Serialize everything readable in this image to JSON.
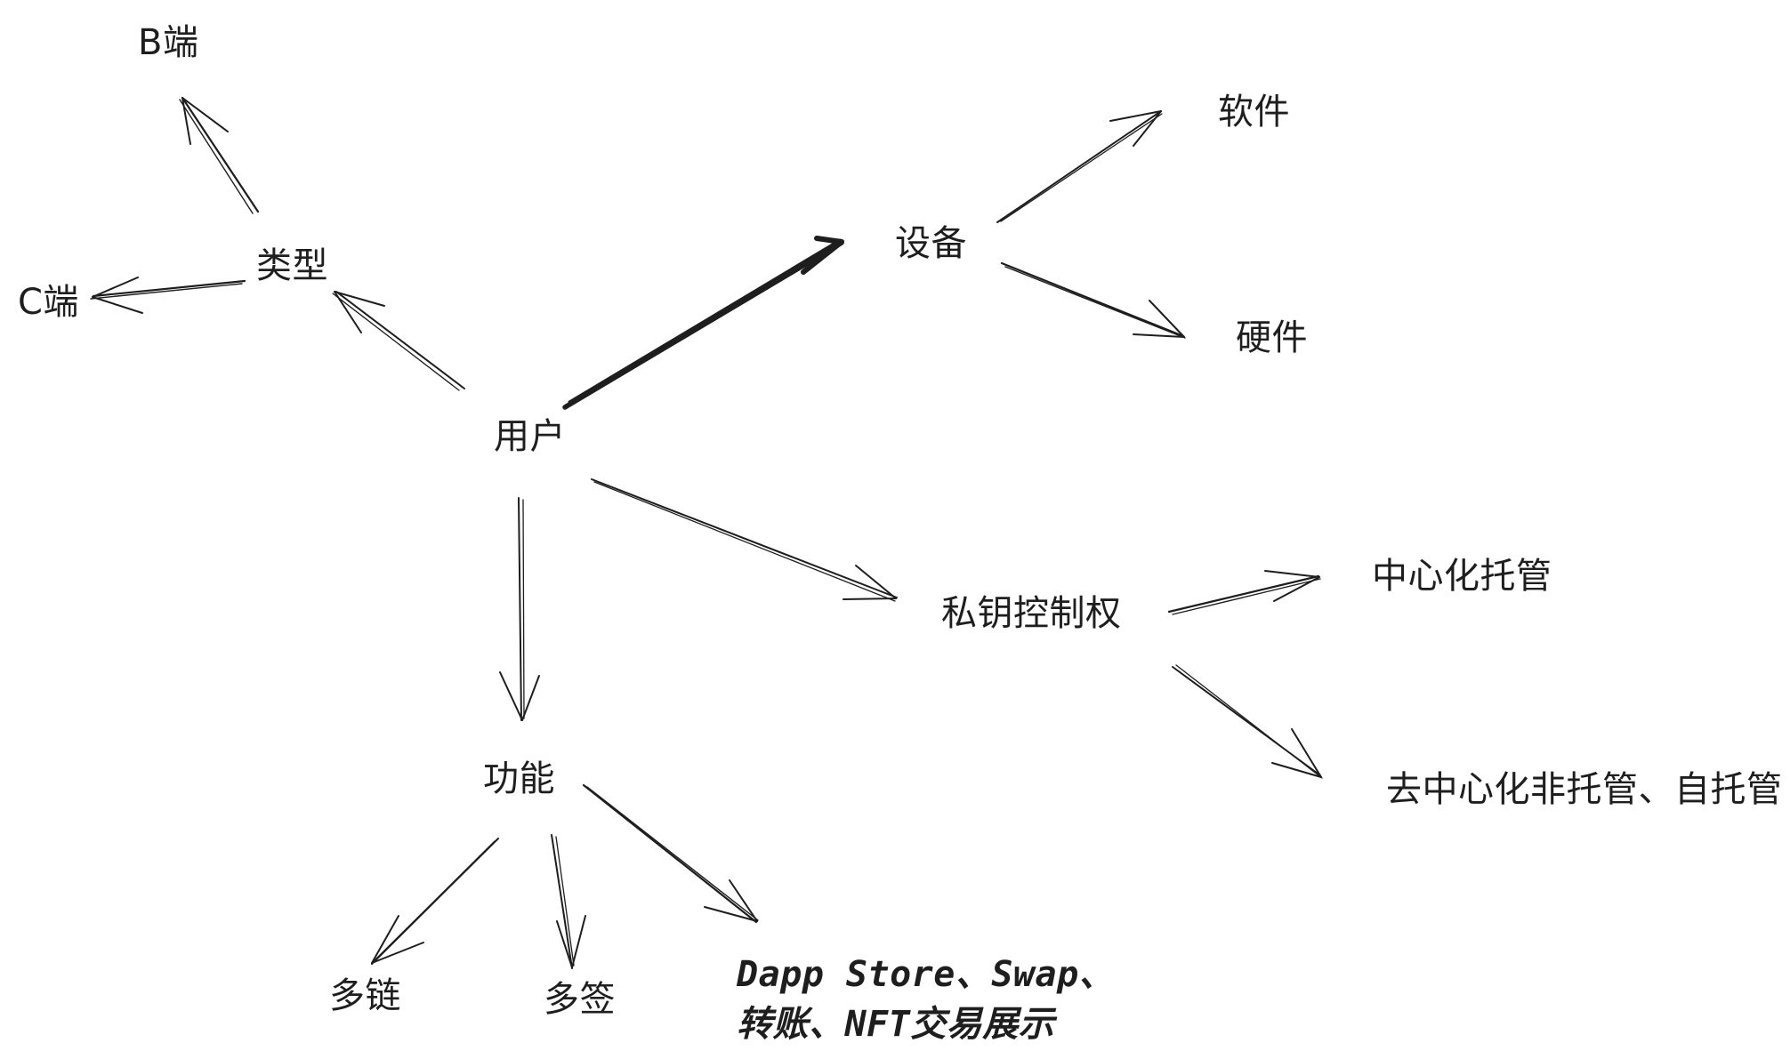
{
  "nodes": {
    "b_end": "B端",
    "type": "类型",
    "c_end": "C端",
    "user": "用户",
    "device": "设备",
    "software": "软件",
    "hardware": "硬件",
    "key_control": "私钥控制权",
    "centralized": "中心化托管",
    "decentralized": "去中心化非托管、自托管",
    "function": "功能",
    "multichain": "多链",
    "multisig": "多签",
    "features": "Dapp Store、Swap、\n转账、NFT交易展示"
  },
  "colors": {
    "ink": "#1e1e1e",
    "background": "#ffffff"
  },
  "edges": [
    {
      "from": "type",
      "to": "b_end"
    },
    {
      "from": "type",
      "to": "c_end"
    },
    {
      "from": "user",
      "to": "type"
    },
    {
      "from": "user",
      "to": "device"
    },
    {
      "from": "device",
      "to": "software"
    },
    {
      "from": "device",
      "to": "hardware"
    },
    {
      "from": "user",
      "to": "key_control"
    },
    {
      "from": "key_control",
      "to": "centralized"
    },
    {
      "from": "key_control",
      "to": "decentralized"
    },
    {
      "from": "user",
      "to": "function"
    },
    {
      "from": "function",
      "to": "multichain"
    },
    {
      "from": "function",
      "to": "multisig"
    },
    {
      "from": "function",
      "to": "features"
    }
  ]
}
